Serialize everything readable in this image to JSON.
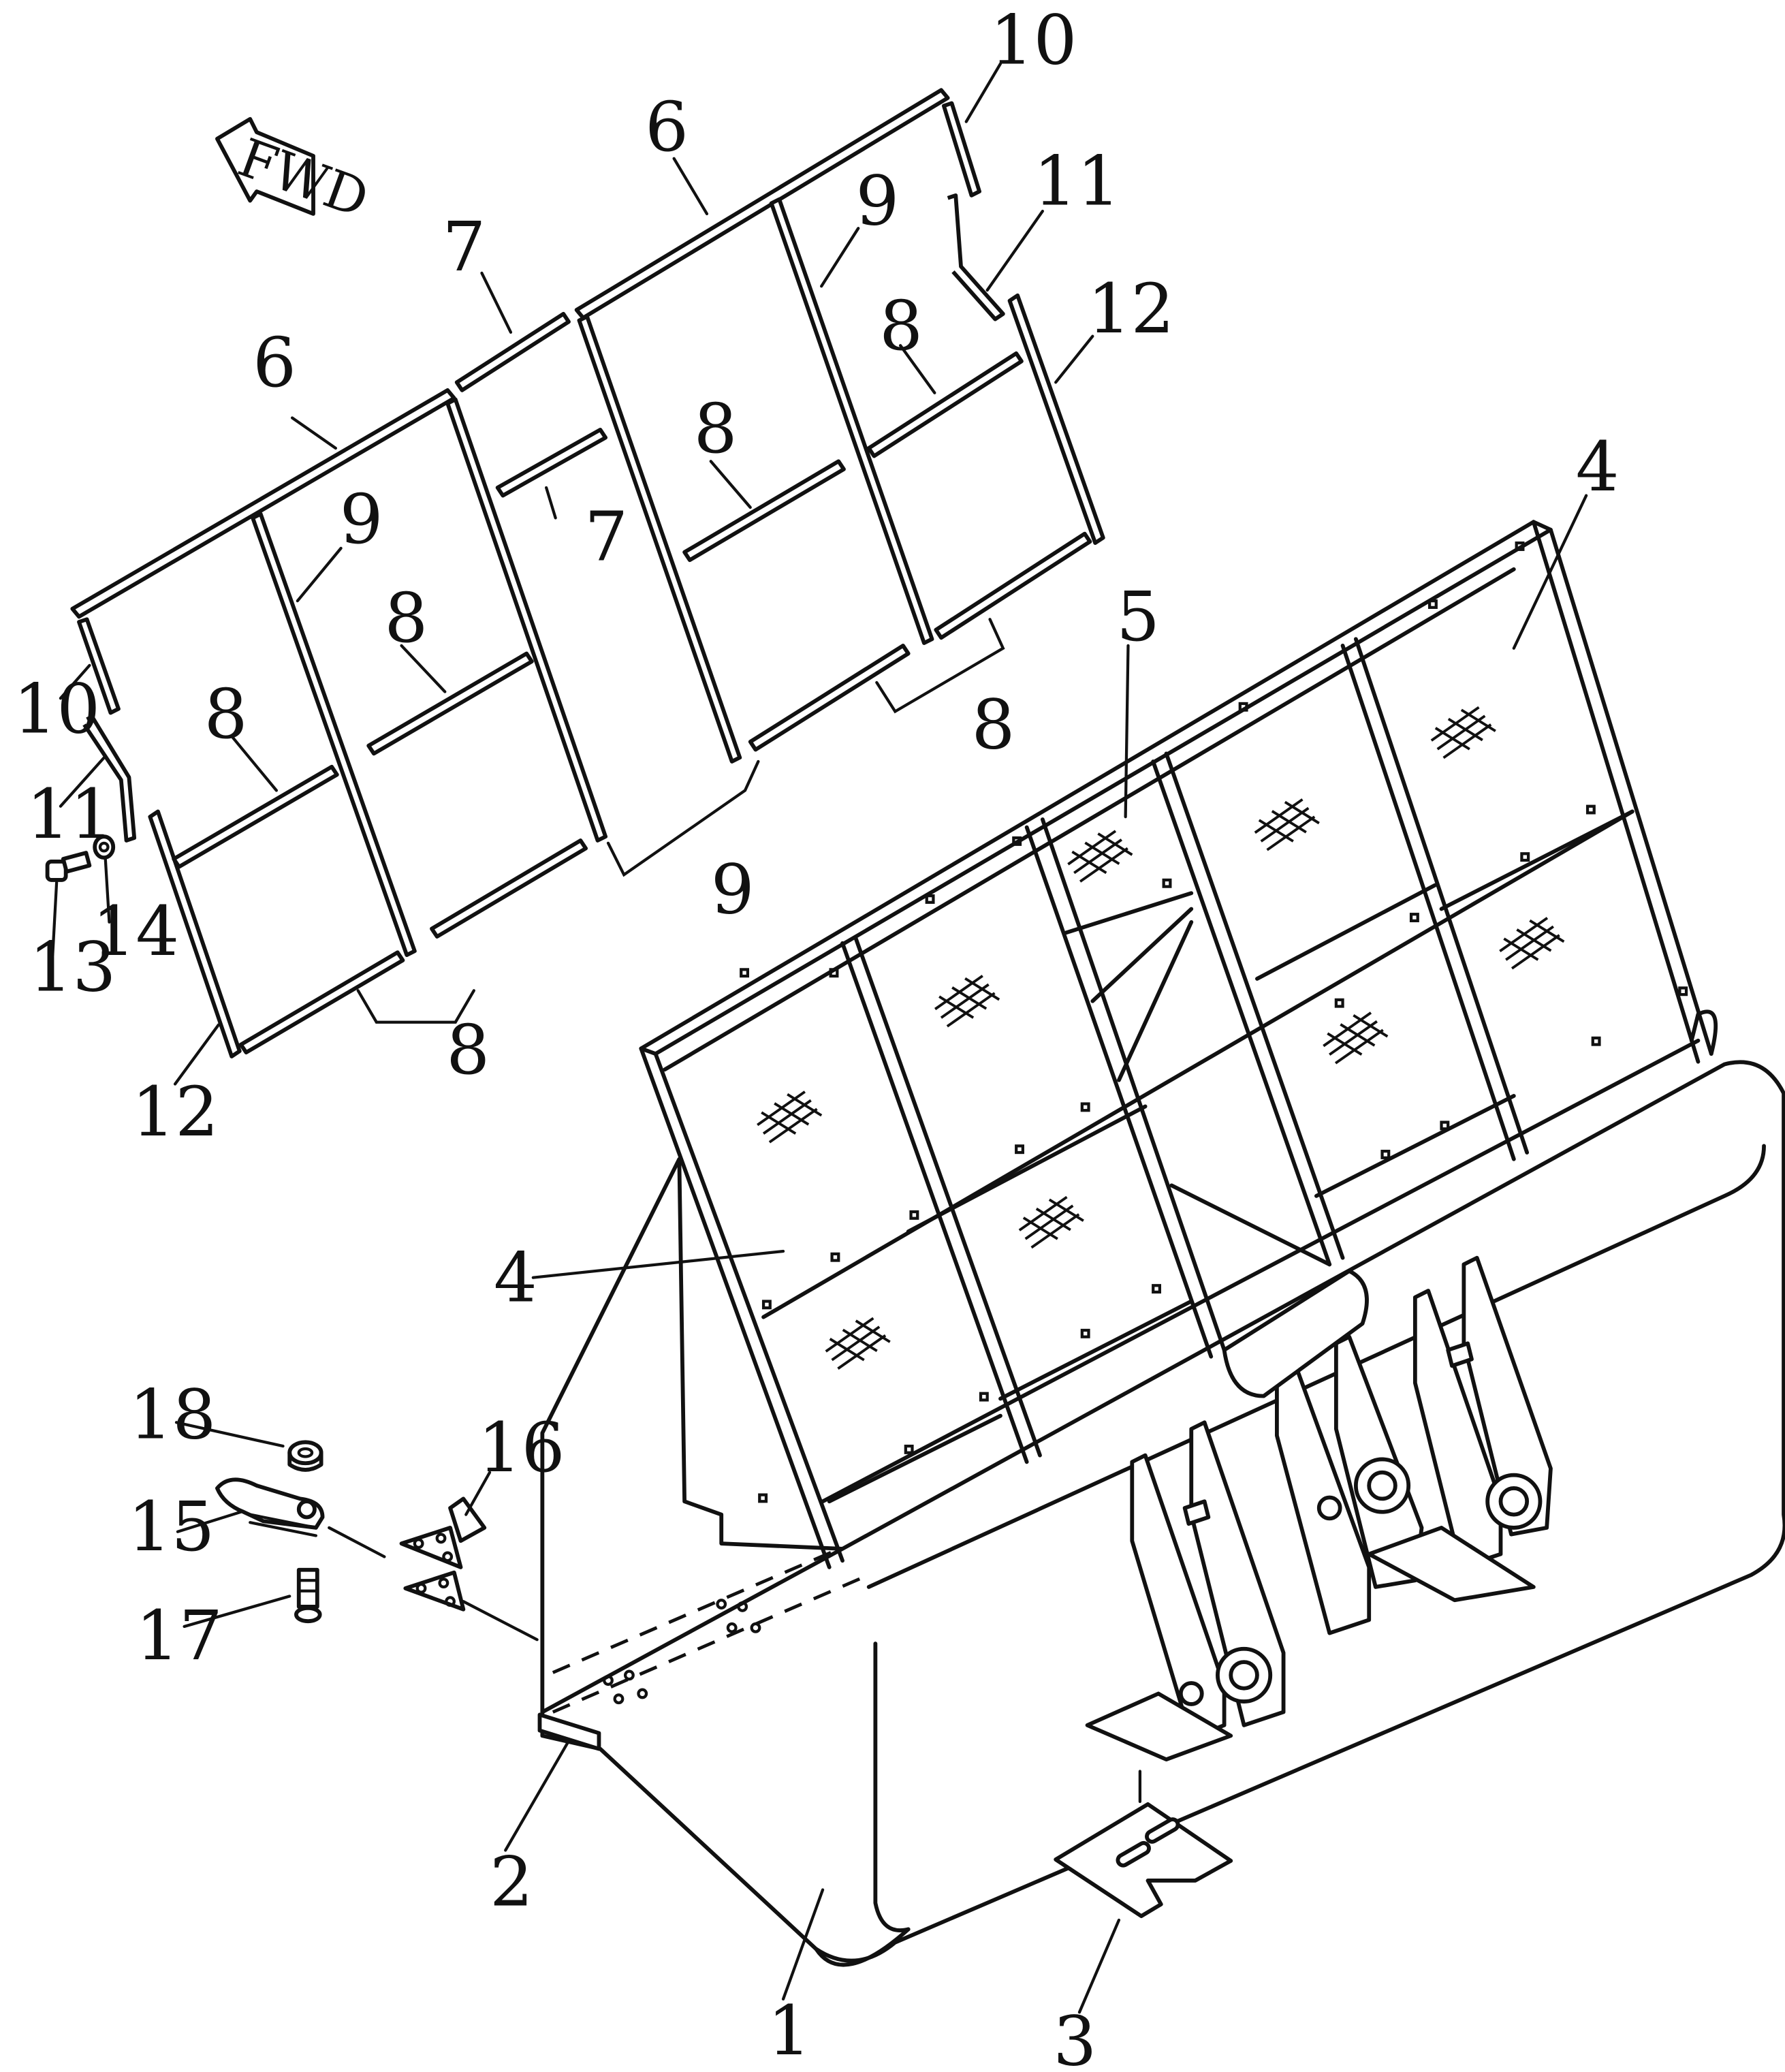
{
  "direction_label": "FWD",
  "callouts": {
    "c1": "1",
    "c2": "2",
    "c3": "3",
    "c4a": "4",
    "c4b": "4",
    "c5": "5",
    "c6a": "6",
    "c6b": "6",
    "c7a": "7",
    "c7b": "7",
    "c8a": "8",
    "c8b": "8",
    "c8c": "8",
    "c8d": "8",
    "c8e": "8",
    "c8f": "8",
    "c9a": "9",
    "c9b": "9",
    "c9c": "9",
    "c10a": "10",
    "c10b": "10",
    "c11a": "11",
    "c11b": "11",
    "c12a": "12",
    "c12b": "12",
    "c13": "13",
    "c14": "14",
    "c15": "15",
    "c16": "16",
    "c17": "17",
    "c18": "18"
  },
  "icons": {
    "direction": "fwd-arrow-icon",
    "mesh": "mesh-hatch-icon"
  },
  "colors": {
    "ink": "#111111",
    "paper": "#ffffff"
  }
}
